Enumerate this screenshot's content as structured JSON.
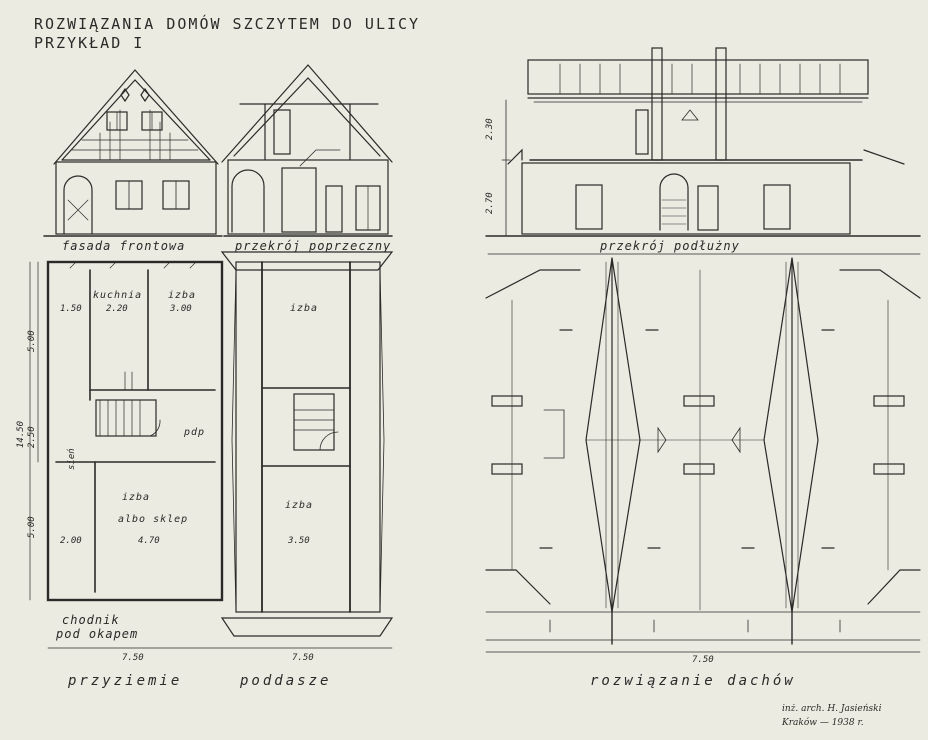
{
  "header": {
    "title": "ROZWIĄZANIA DOMÓW SZCZYTEM DO ULICY",
    "subtitle": "PRZYKŁAD I"
  },
  "drawings": {
    "front_facade": {
      "caption": "fasada frontowa"
    },
    "cross_section": {
      "caption": "przekrój poprzeczny"
    },
    "long_section": {
      "caption": "przekrój podłużny",
      "dims": [
        "2.30",
        "2.70"
      ]
    },
    "ground_floor": {
      "caption": "przyziemie",
      "rooms": [
        "kuchnia",
        "izba",
        "izba",
        "albo sklep",
        "sień",
        "pdp"
      ],
      "dims": [
        "1.50",
        "2.20",
        "3.00",
        "2.00",
        "4.70",
        "7.50"
      ],
      "vdims": [
        "14.50",
        "5.00",
        "2.50",
        "5.00"
      ],
      "street_note": [
        "chodnik",
        "pod okapem"
      ]
    },
    "attic": {
      "caption": "poddasze",
      "rooms": [
        "izba",
        "izba"
      ],
      "dims": [
        "3.50",
        "7.50"
      ]
    },
    "roof_plan": {
      "caption": "rozwiązanie dachów",
      "dims": [
        "7.50"
      ]
    }
  },
  "signature": {
    "line1": "inż. arch. H. Jasieński",
    "line2": "Kraków — 1938 r."
  },
  "colors": {
    "paper": "#ecebe2",
    "ink": "#2a2a28"
  }
}
